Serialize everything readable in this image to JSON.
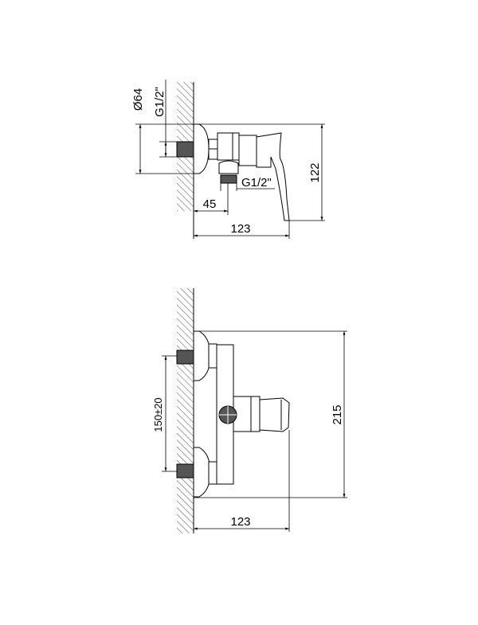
{
  "side_view": {
    "diameter_label": "Ø64",
    "inlet_thread_label": "G1/2\"",
    "outlet_thread_label": "G1/2\"",
    "outlet_offset_label": "45",
    "depth_label": "123",
    "height_label": "122"
  },
  "front_view": {
    "spacing_label": "150±20",
    "depth_label": "123",
    "height_label": "215"
  }
}
